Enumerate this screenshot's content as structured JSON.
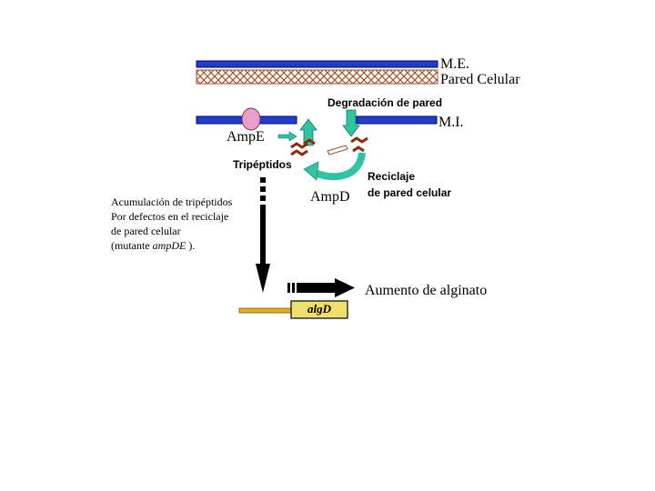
{
  "labels": {
    "outer_membrane": "M.E.",
    "cell_wall": "Pared Celular",
    "wall_degradation": "Degradación de pared",
    "inner_membrane": "M.I.",
    "ampE": "AmpE",
    "tripeptides": "Tripéptidos",
    "recycling_line1": "Reciclaje",
    "recycling_line2": "de pared celular",
    "ampD": "AmpD",
    "accumulation": {
      "line1": "Acumulación de tripéptidos",
      "line2": "Por defectos en el reciclaje",
      "line3": "de pared celular",
      "line4_prefix": "(mutante ",
      "line4_gene": "ampDE",
      "line4_suffix": " )."
    },
    "alginate_increase": "Aumento de alginato",
    "gene": "algD"
  },
  "colors": {
    "membrane_blue": "#1f3fc4",
    "membrane_outline": "#000080",
    "wall_pattern": "#a0522d",
    "ampE_pink": "#e9a0c8",
    "teal_arrow": "#2fc4a4",
    "tripeptide_brown": "#8b2b10",
    "gene_yellow": "#f0e070",
    "gene_line": "#d4a020"
  }
}
